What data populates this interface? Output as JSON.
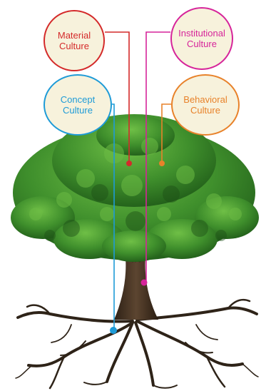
{
  "bubbles": {
    "material": {
      "line1": "Material",
      "line2": "Culture"
    },
    "institutional": {
      "line1": "Institutional",
      "line2": "Culture"
    },
    "concept": {
      "line1": "Concept",
      "line2": "Culture"
    },
    "behavioral": {
      "line1": "Behavioral",
      "line2": "Culture"
    }
  },
  "colors": {
    "material": "#d42a2a",
    "institutional": "#d6249a",
    "concept": "#1e9bd7",
    "behavioral": "#e8822a",
    "bubble_fill": "#f7f2dc",
    "foliage": "#3f8f2c",
    "trunk": "#4a3624"
  }
}
